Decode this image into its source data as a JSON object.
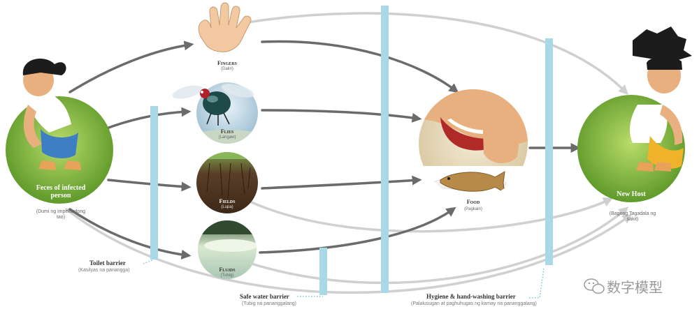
{
  "nodes": {
    "source": {
      "label": "Feces of infected person",
      "sub": "(Dumi ng impektadong tao)"
    },
    "fingers": {
      "label": "Fingers",
      "sub": "(Daliri)"
    },
    "flies": {
      "label": "Flies",
      "sub": "(Langaw)"
    },
    "fields": {
      "label": "Fields",
      "sub": "(Lupa)"
    },
    "fluids": {
      "label": "Fluids",
      "sub": "(Tubig)"
    },
    "food": {
      "label": "Food",
      "sub": "(Pagkain)"
    },
    "host": {
      "label": "New Host",
      "sub": "(Bagong Tagadala ng sakit)"
    }
  },
  "barriers": {
    "toilet": {
      "title": "Toilet barrier",
      "sub": "(Kasilyas na panangga)"
    },
    "water": {
      "title": "Safe water barrier",
      "sub": "(Tubig na pananggalang)"
    },
    "hygiene": {
      "title": "Hygiene & hand-washing barrier",
      "sub": "(Palalusugan at paghuhugas ng kamay na pananggalang)"
    }
  },
  "watermark": {
    "text": "数字模型",
    "icon": "wechat-icon"
  },
  "colors": {
    "dark_arrow": "#6b6b6b",
    "light_arrow": "#d0d0d0",
    "barrier": "#a9d8e6",
    "grass": "#8cc63e",
    "dotted": "#5fb2d0"
  }
}
